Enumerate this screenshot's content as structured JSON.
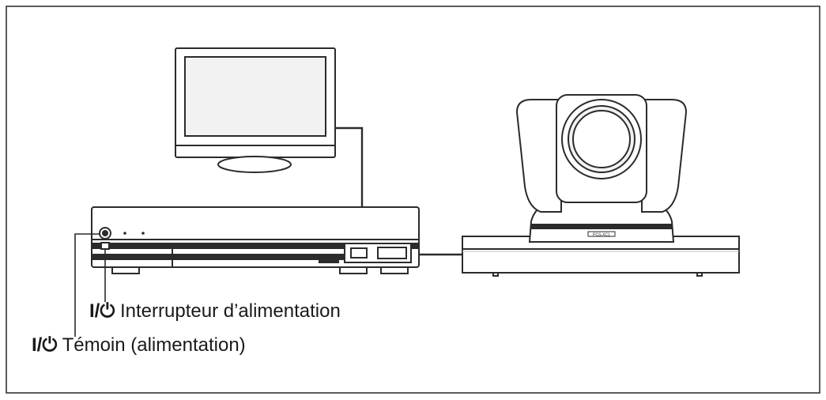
{
  "labels": {
    "power_switch": {
      "symbol": "I/⏻",
      "text": "Interrupteur d’alimentation"
    },
    "power_indicator": {
      "symbol": "I/⏻",
      "text": "Témoin (alimentation)"
    }
  },
  "devices": {
    "camera_model_text": "PCS-XC1"
  },
  "icons": [
    "power-icon"
  ],
  "colors": {
    "line": "#2b2b2b",
    "shade": "#e6e6e6"
  }
}
